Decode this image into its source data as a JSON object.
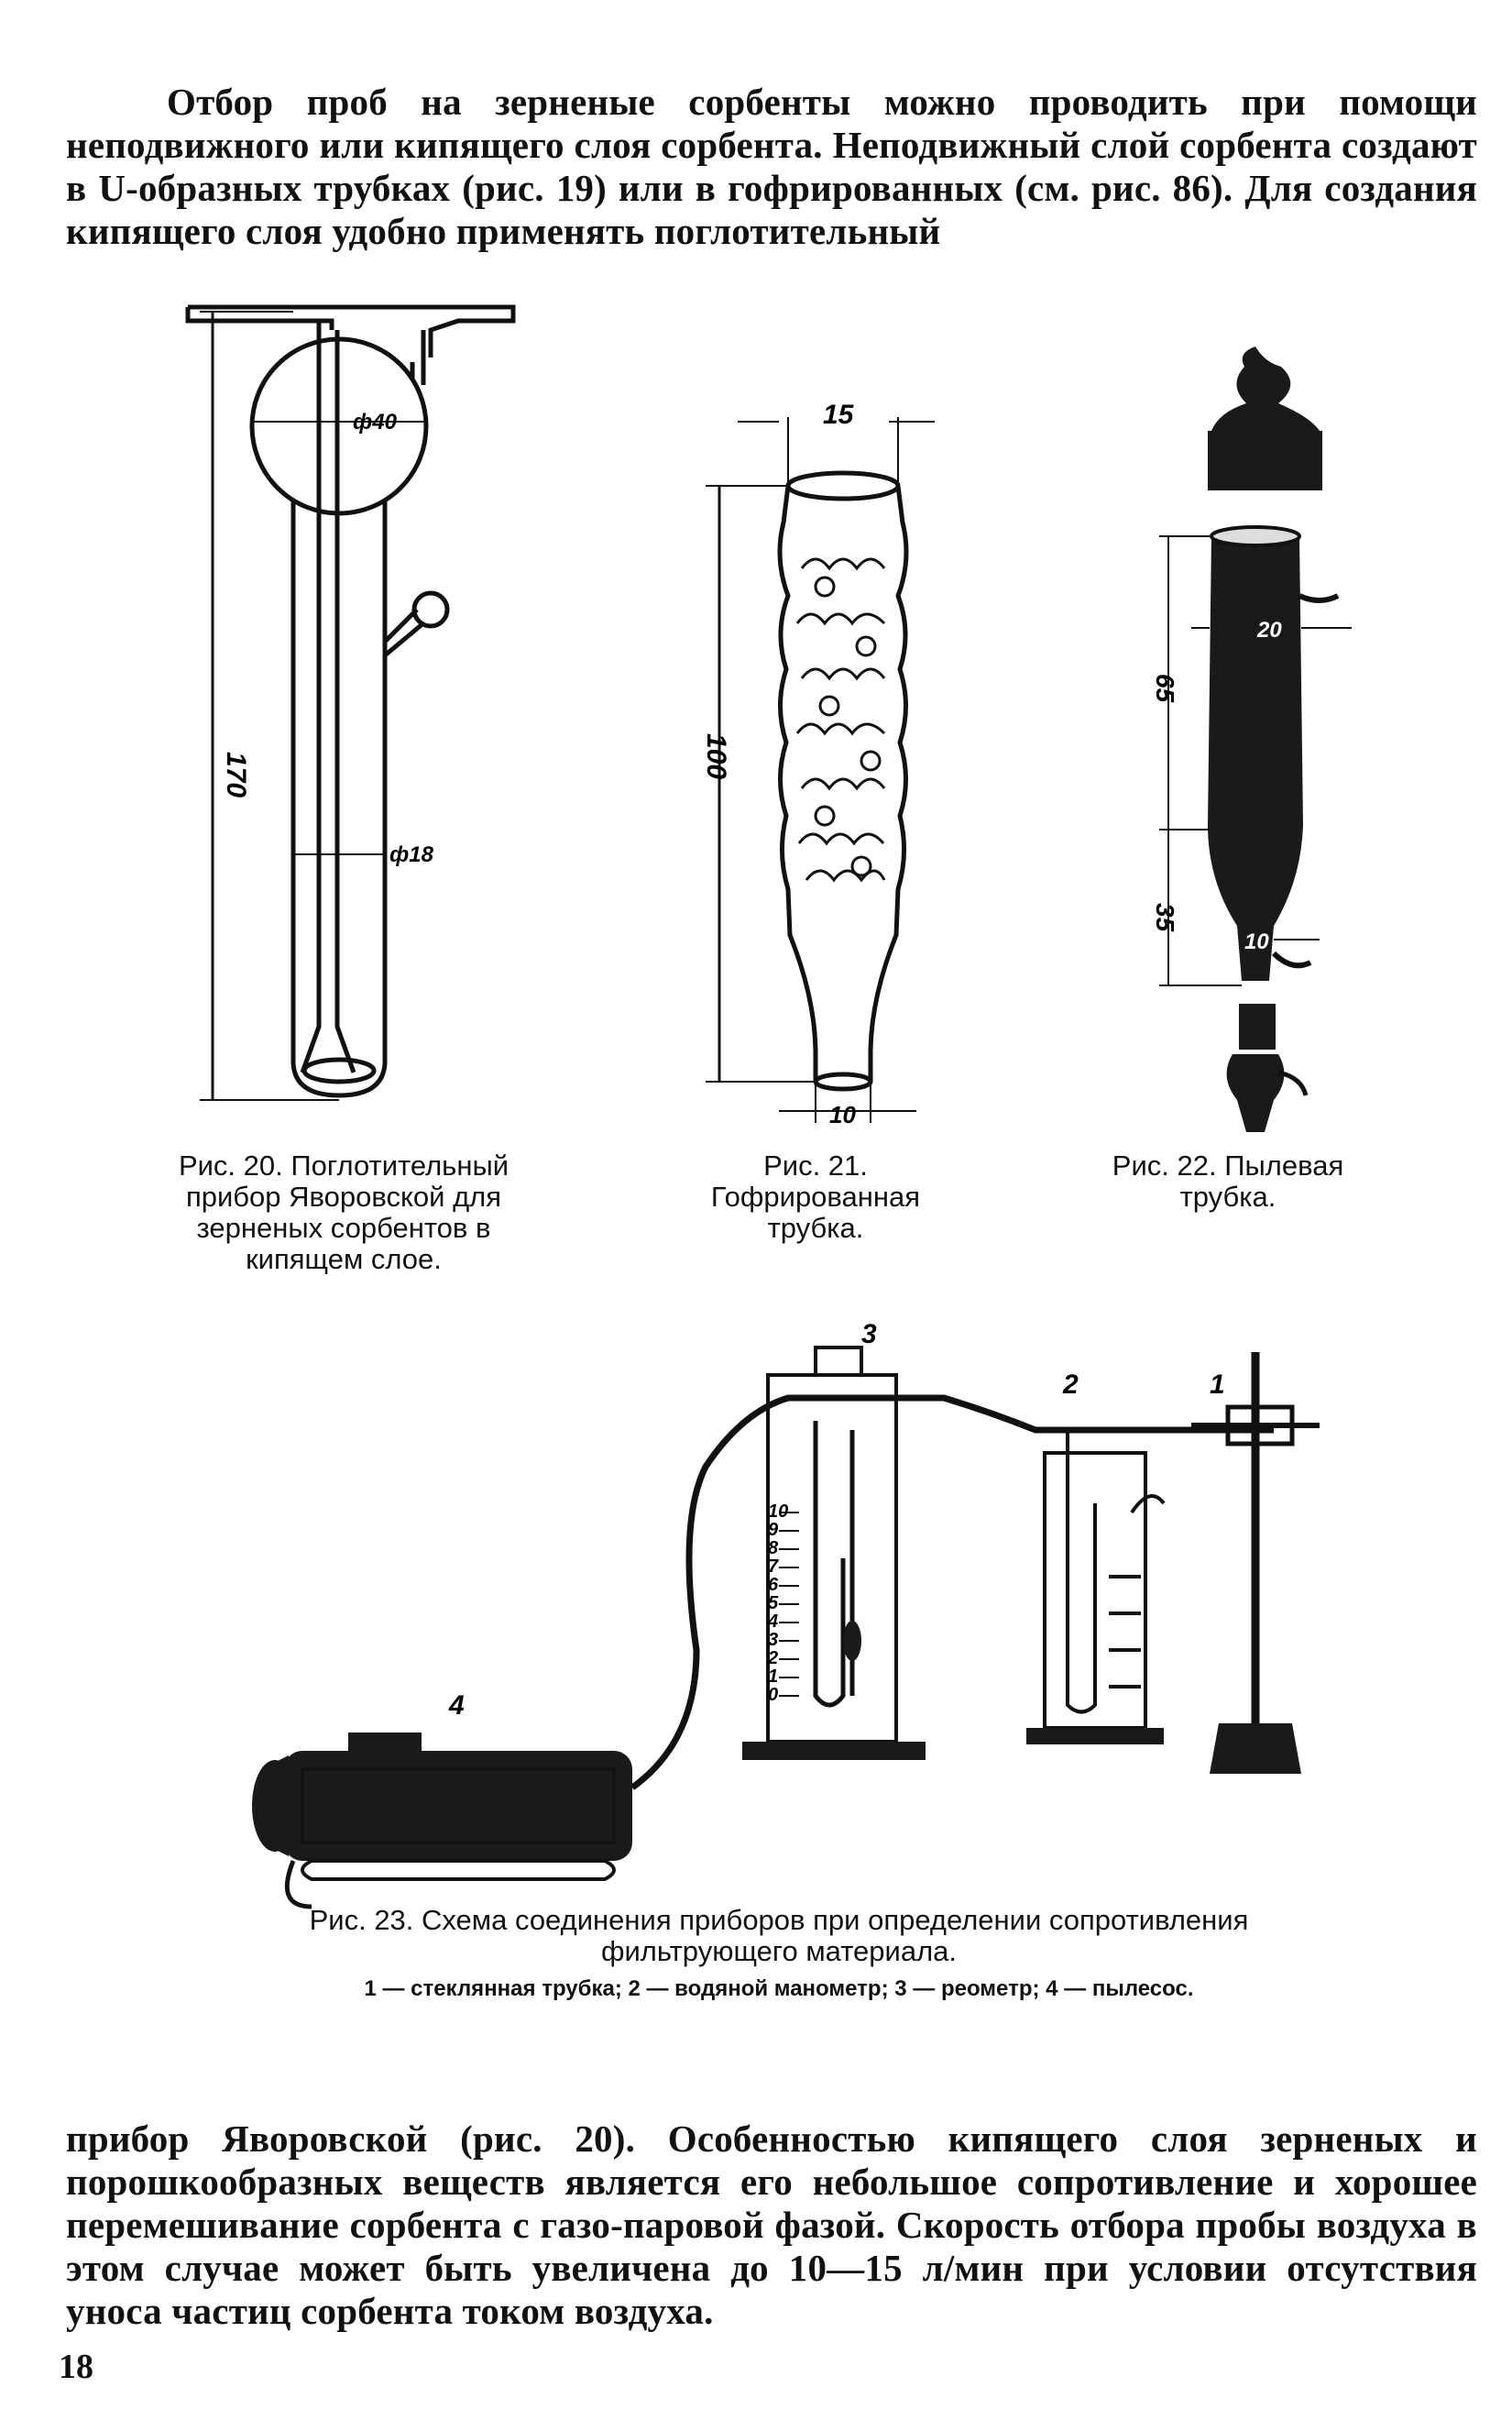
{
  "top_paragraph": "Отбор проб на зерненые сорбенты можно проводить при помощи неподвижного или кипящего слоя сорбента. Неподвижный слой сорбента создают в U-образных трубках (рис. 19) или в гофрированных (см. рис. 86). Для создания кипящего слоя удобно применять поглотительный",
  "figures": {
    "fig20": {
      "caption": "Рис. 20. Поглотительный прибор Яворовской для зерненых сорбентов в кипящем слое.",
      "dims": {
        "diameter_top": "ф40",
        "diameter_bottom": "ф18",
        "height": "170"
      }
    },
    "fig21": {
      "caption": "Рис. 21. Гофрированная трубка.",
      "dims": {
        "top": "15",
        "height": "100",
        "bottom": "10"
      }
    },
    "fig22": {
      "caption": "Рис. 22. Пылевая трубка.",
      "dims": {
        "upper": "65",
        "lower": "35",
        "d20": "20",
        "d10": "10"
      }
    },
    "fig23": {
      "caption": "Рис. 23. Схема соединения приборов при определении сопротивления фильтрующего материала.",
      "legend": "1 — стеклянная трубка; 2 — водяной манометр; 3 — реометр; 4 — пылесос.",
      "labels": [
        "1",
        "2",
        "3",
        "4"
      ],
      "scale": [
        "10",
        "9",
        "8",
        "7",
        "6",
        "5",
        "4",
        "3",
        "2",
        "1",
        "0"
      ]
    }
  },
  "bottom_paragraph": "прибор Яворовской (рис. 20). Особенностью кипящего слоя зерненых и порошкообразных веществ является его небольшое сопротивление и хорошее перемешивание сорбента с газо-паровой фазой. Скорость отбора пробы воздуха в этом случае может быть увеличена до 10—15 л/мин при условии отсутствия уноса частиц сорбента током воздуха.",
  "page_number": "18"
}
